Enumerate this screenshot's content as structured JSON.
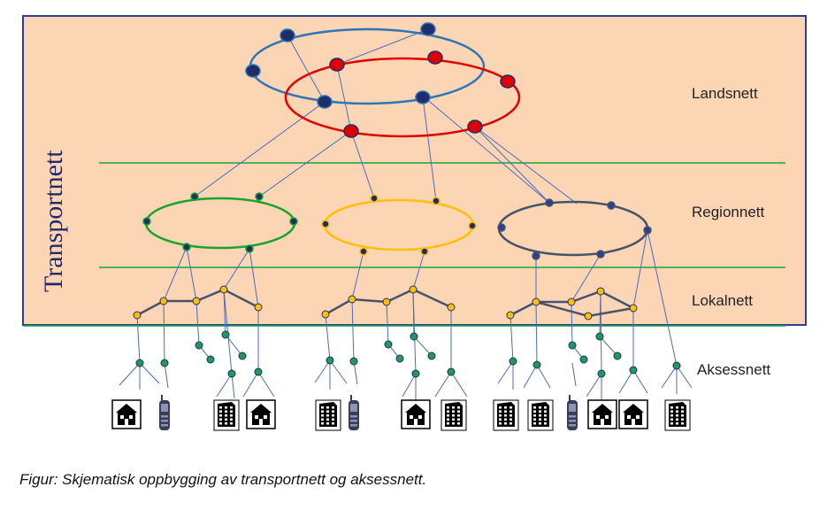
{
  "diagram": {
    "vertical_label": "Transportnett",
    "levels": {
      "landsnett": "Landsnett",
      "regionnett": "Regionnett",
      "lokalnett": "Lokalnett",
      "aksessnett": "Aksessnett"
    },
    "colors": {
      "background_panel": "#fcd5b5",
      "frame": "#2f3f8f",
      "blue_ring": "#2e75b6",
      "red_ring": "#e00000",
      "green_ring": "#1aa32e",
      "yellow_ring": "#ffc000",
      "slate_ring": "#44546a",
      "separator": "#1aa33a",
      "link": "#4a6cc0",
      "local_node": "#ffc000",
      "access_node": "#1f9a57"
    },
    "end_devices": [
      "house-icon",
      "phone-icon",
      "building-icon",
      "house-icon",
      "building-icon",
      "phone-icon",
      "house-icon",
      "building-icon",
      "building-icon",
      "building-icon",
      "phone-icon",
      "house-icon",
      "house-icon",
      "building-icon"
    ]
  },
  "caption": {
    "prefix": "Figur",
    "text": ": Skjematisk oppbygging av transportnett og aksessnett."
  }
}
